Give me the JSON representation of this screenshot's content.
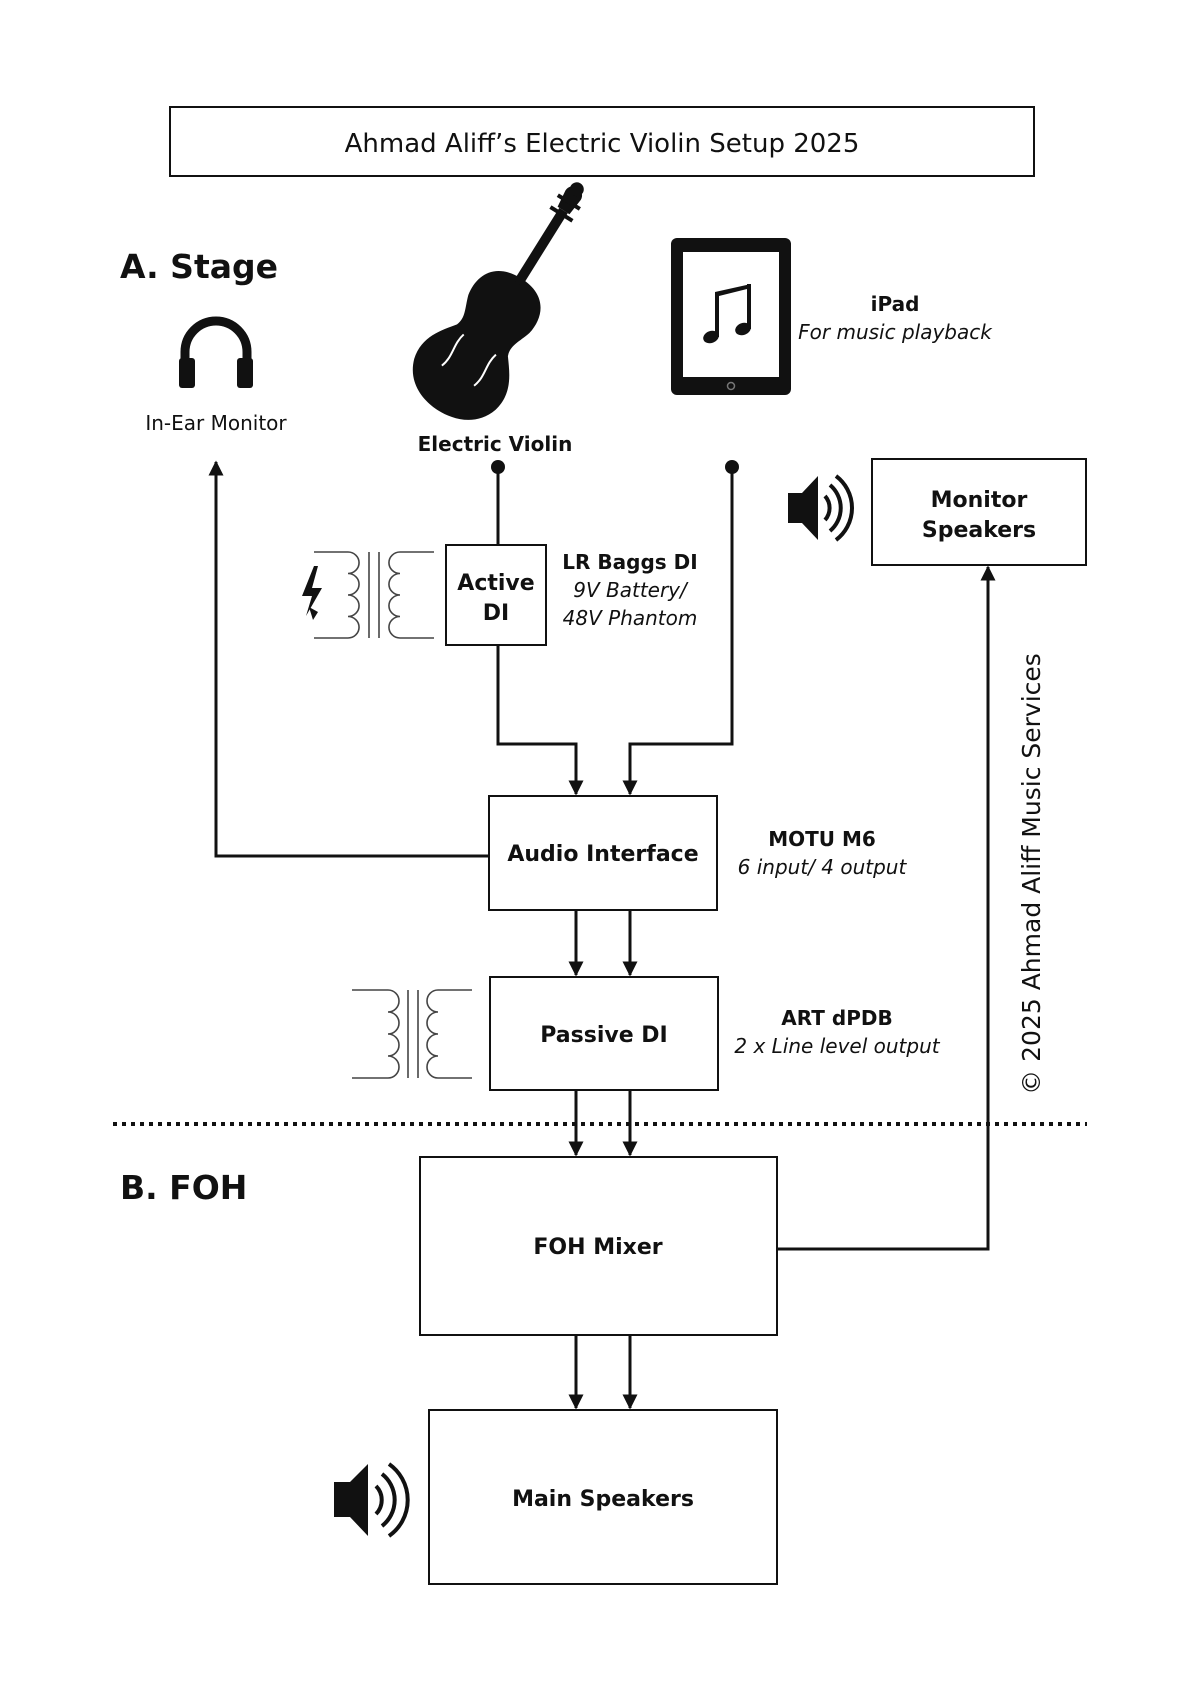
{
  "title": "Ahmad Aliff’s Electric Violin Setup 2025",
  "sections": {
    "stage": "A. Stage",
    "foh": "B. FOH"
  },
  "devices": {
    "in_ear_monitor": {
      "label": "In-Ear Monitor",
      "icon": "headphones-icon"
    },
    "electric_violin": {
      "label": "Electric Violin",
      "icon": "violin-icon"
    },
    "ipad": {
      "name": "iPad",
      "desc": "For music playback",
      "icon": "music-note-icon"
    },
    "monitor_speakers": {
      "line1": "Monitor",
      "line2": "Speakers",
      "icon": "speaker-icon"
    },
    "active_di": {
      "line1": "Active",
      "line2": "DI",
      "model": "LR Baggs DI",
      "spec1": "9V Battery/",
      "spec2": "48V Phantom",
      "icon": "lightning-transformer-icon"
    },
    "audio_interface": {
      "label": "Audio Interface",
      "model": "MOTU M6",
      "spec": "6 input/ 4 output"
    },
    "passive_di": {
      "label": "Passive DI",
      "model": "ART dPDB",
      "spec": "2 x Line level output",
      "icon": "transformer-icon"
    },
    "foh_mixer": {
      "label": "FOH Mixer"
    },
    "main_speakers": {
      "label": "Main Speakers",
      "icon": "speaker-icon"
    }
  },
  "copyright": "© 2025 Ahmad Aliff Music Services",
  "colors": {
    "line": "#111111",
    "background": "#ffffff"
  }
}
